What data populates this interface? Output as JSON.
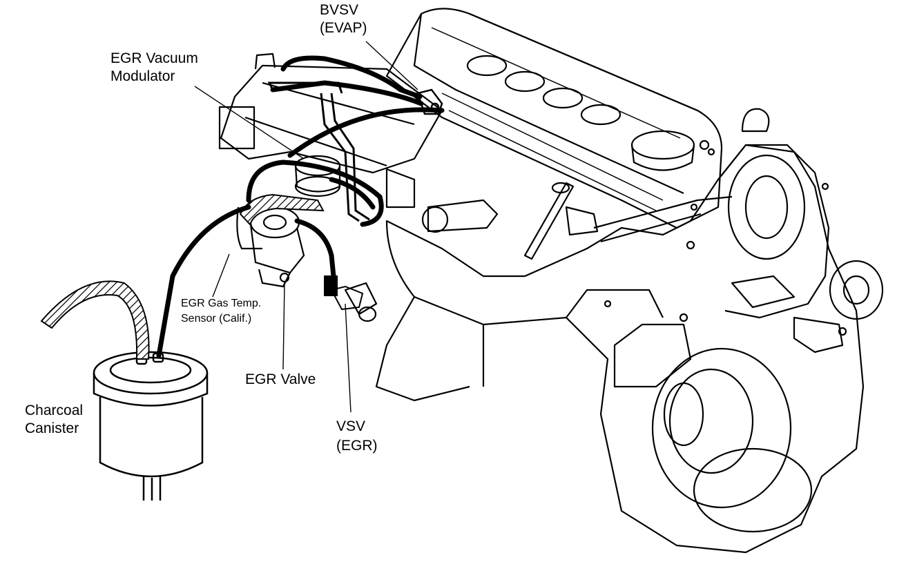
{
  "labels": {
    "bvsv": "BVSV",
    "bvsv_sub": "(EVAP)",
    "egr_vacuum_modulator_1": "EGR Vacuum",
    "egr_vacuum_modulator_2": "Modulator",
    "egr_gas_temp_1": "EGR Gas Temp.",
    "egr_gas_temp_2": "Sensor (Calif.)",
    "egr_valve": "EGR Valve",
    "charcoal_canister_1": "Charcoal",
    "charcoal_canister_2": "Canister",
    "vsv": "VSV",
    "vsv_sub": "(EGR)"
  },
  "colors": {
    "line": "#000000",
    "background": "#ffffff"
  }
}
